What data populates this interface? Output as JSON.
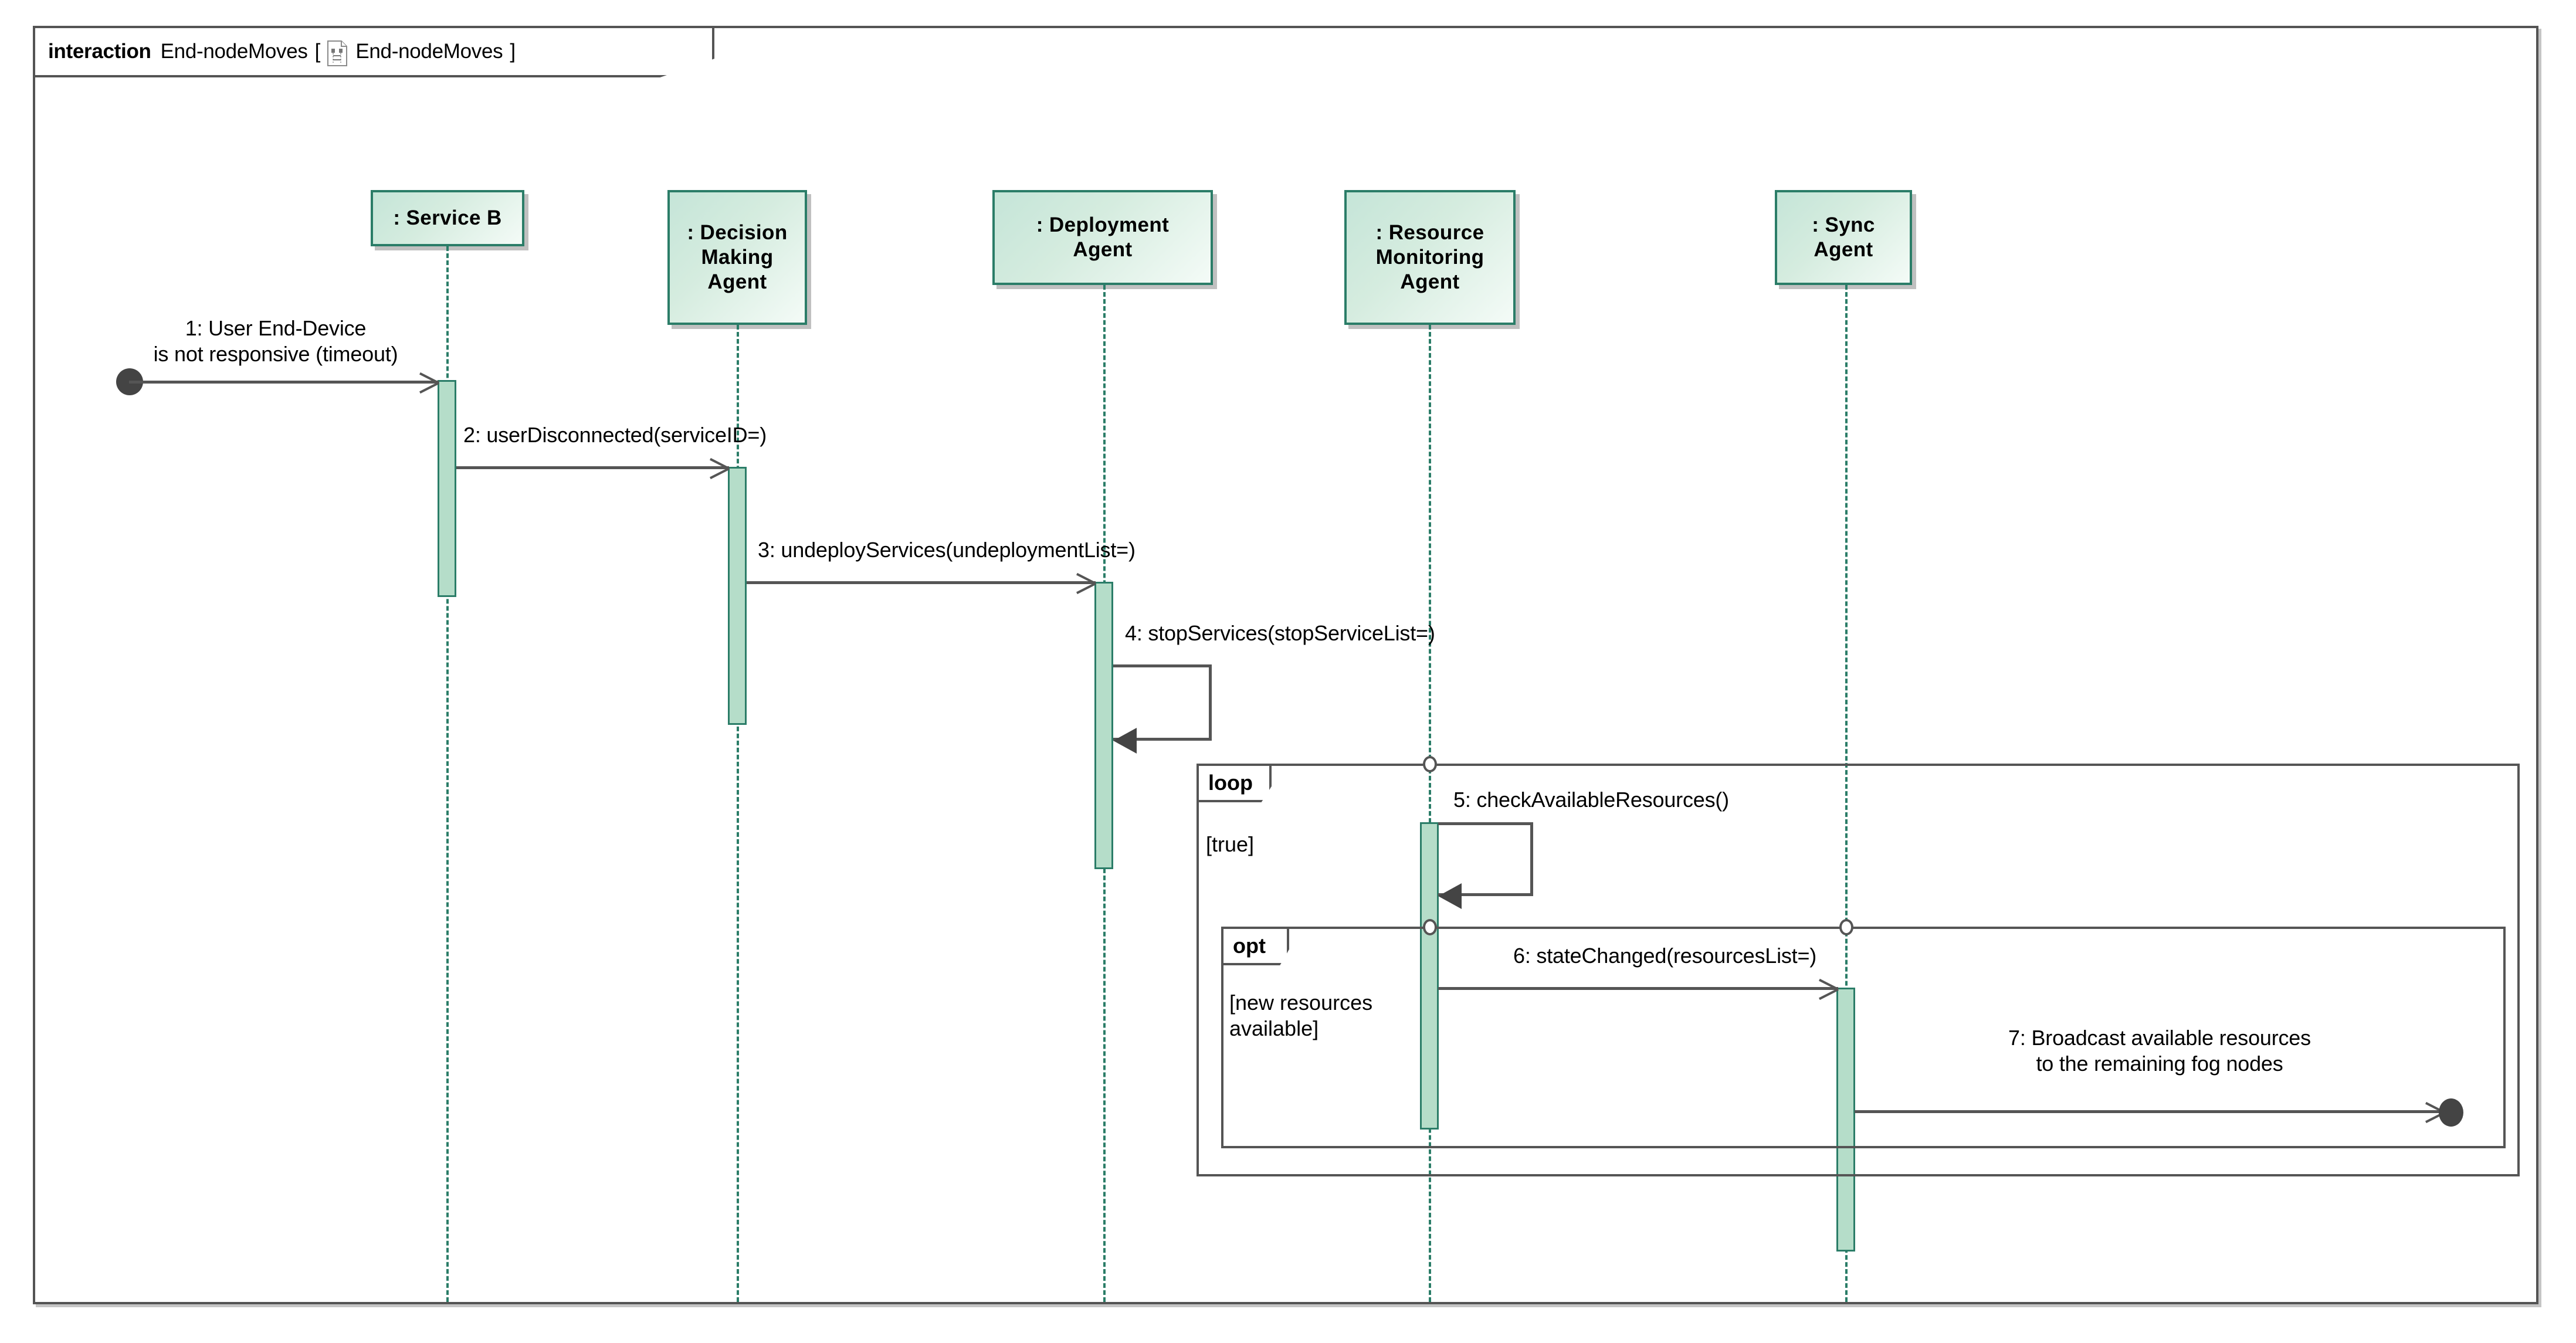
{
  "frame": {
    "keyword": "interaction",
    "name": "End-nodeMoves",
    "bracket_open": "[",
    "bracket_close": "]",
    "ref_icon": "sequence-diagram-document-icon",
    "ref_name": "End-nodeMoves"
  },
  "theme": {
    "lifeline_border": "#2b7d68",
    "lifeline_fill": "#cfe9de",
    "activation_fill": "#b5ddc9",
    "line_color": "#555555",
    "frame_border": "#545454",
    "endpoint_fill": "#444444",
    "background": "#ffffff"
  },
  "lifelines": [
    {
      "id": "service-b",
      "label": ": Service B"
    },
    {
      "id": "decision-making",
      "label": ": Decision\nMaking\nAgent"
    },
    {
      "id": "deployment-agent",
      "label": ": Deployment\nAgent"
    },
    {
      "id": "resource-monitoring",
      "label": ": Resource\nMonitoring\nAgent"
    },
    {
      "id": "sync-agent",
      "label": ": Sync\nAgent"
    }
  ],
  "messages": [
    {
      "number": "1",
      "label": "1: User End-Device\nis not responsive (timeout)",
      "from": "found-endpoint",
      "to": "service-b",
      "kind": "found-message",
      "arrowhead": "open"
    },
    {
      "number": "2",
      "label": "2: userDisconnected(serviceID=)",
      "from": "service-b",
      "to": "decision-making",
      "kind": "synchronous-call",
      "arrowhead": "open"
    },
    {
      "number": "3",
      "label": "3: undeployServices(undeploymentList=)",
      "from": "decision-making",
      "to": "deployment-agent",
      "kind": "synchronous-call",
      "arrowhead": "open"
    },
    {
      "number": "4",
      "label": "4: stopServices(stopServiceList=)",
      "from": "deployment-agent",
      "to": "deployment-agent",
      "kind": "self-message",
      "arrowhead": "solid"
    },
    {
      "number": "5",
      "label": "5: checkAvailableResources()",
      "from": "resource-monitoring",
      "to": "resource-monitoring",
      "kind": "self-message",
      "arrowhead": "solid"
    },
    {
      "number": "6",
      "label": "6: stateChanged(resourcesList=)",
      "from": "resource-monitoring",
      "to": "sync-agent",
      "kind": "synchronous-call",
      "arrowhead": "open"
    },
    {
      "number": "7",
      "label": "7: Broadcast available resources\nto the remaining fog nodes",
      "from": "sync-agent",
      "to": "lost-endpoint",
      "kind": "lost-message",
      "arrowhead": "open"
    }
  ],
  "fragments": [
    {
      "id": "loop-fragment",
      "operator": "loop",
      "guard": "[true]",
      "covers": [
        "resource-monitoring",
        "sync-agent"
      ]
    },
    {
      "id": "opt-fragment",
      "operator": "opt",
      "guard": "[new resources\navailable]",
      "covers": [
        "resource-monitoring",
        "sync-agent"
      ]
    }
  ]
}
